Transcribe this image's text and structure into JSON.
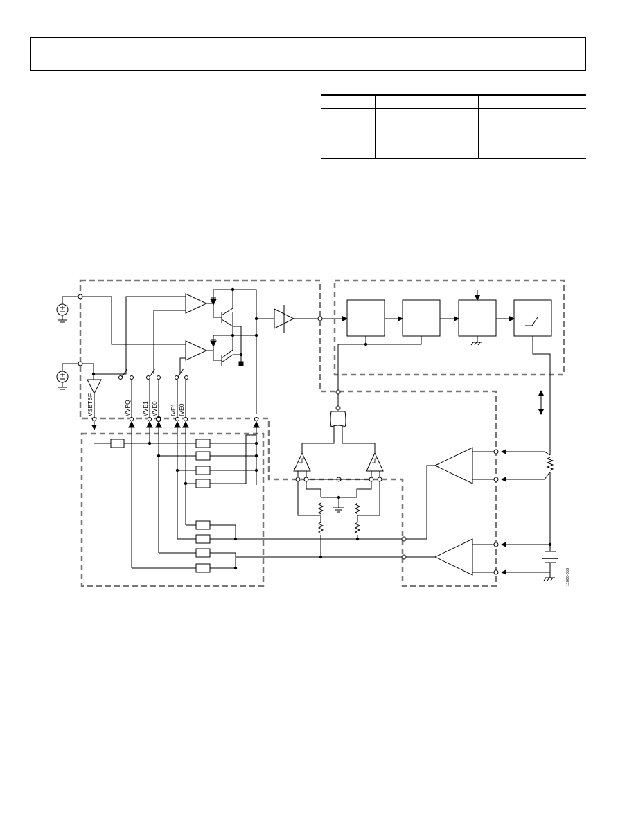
{
  "header": {
    "title": ""
  },
  "spec_table": {
    "columns": [
      "",
      "",
      ""
    ],
    "rows": [
      [
        "",
        "",
        ""
      ]
    ]
  },
  "diagram": {
    "pin_labels": [
      "VSETBF",
      "VVPQ",
      "VVE1",
      "VVE0",
      "IVE1",
      "IVE0"
    ],
    "figure_code": "11866-053"
  }
}
